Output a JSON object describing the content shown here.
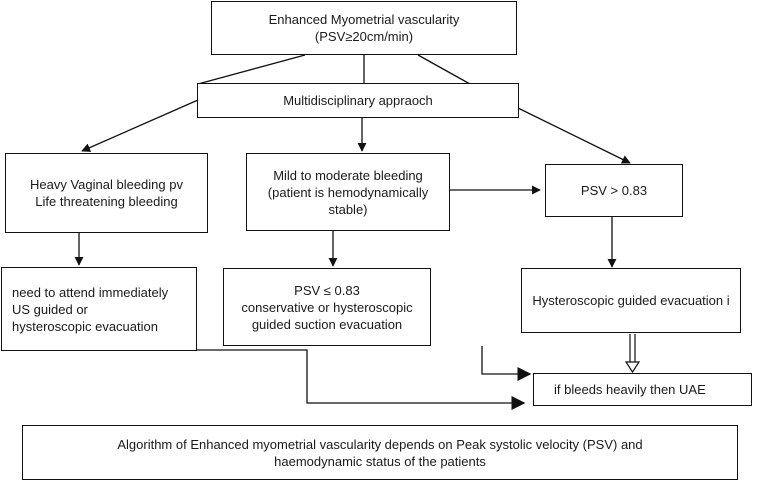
{
  "nodes": {
    "top": {
      "line1": "Enhanced Myometrial vascularity",
      "line2": "(PSV≥20cm/min)"
    },
    "multi": {
      "label": "Multidisciplinary appraoch"
    },
    "heavy": {
      "line1": "Heavy Vaginal bleeding pv",
      "line2": "Life threatening bleeding"
    },
    "mild": {
      "line1": "Mild to moderate bleeding",
      "line2": "(patient is hemodynamically",
      "line3": "stable)"
    },
    "psv_high": {
      "label": "PSV >  0.83"
    },
    "immediate": {
      "line1": "need to attend immediately",
      "line2": "US guided or",
      "line3": "hysteroscopic evacuation"
    },
    "psv_low": {
      "line1": "PSV ≤ 0.83",
      "line2": "conservative or hysteroscopic",
      "line3": "guided suction evacuation"
    },
    "hysteroscopic": {
      "label": "Hysteroscopic guided evacuation i"
    },
    "uae": {
      "label": "if bleeds heavily then UAE"
    }
  },
  "caption": {
    "line1": "Algorithm of Enhanced myometrial vascularity depends on Peak systolic velocity (PSV) and",
    "line2": "haemodynamic status of the patients"
  },
  "colors": {
    "stroke": "#111111",
    "background": "#ffffff",
    "text": "#1a1a1a"
  }
}
